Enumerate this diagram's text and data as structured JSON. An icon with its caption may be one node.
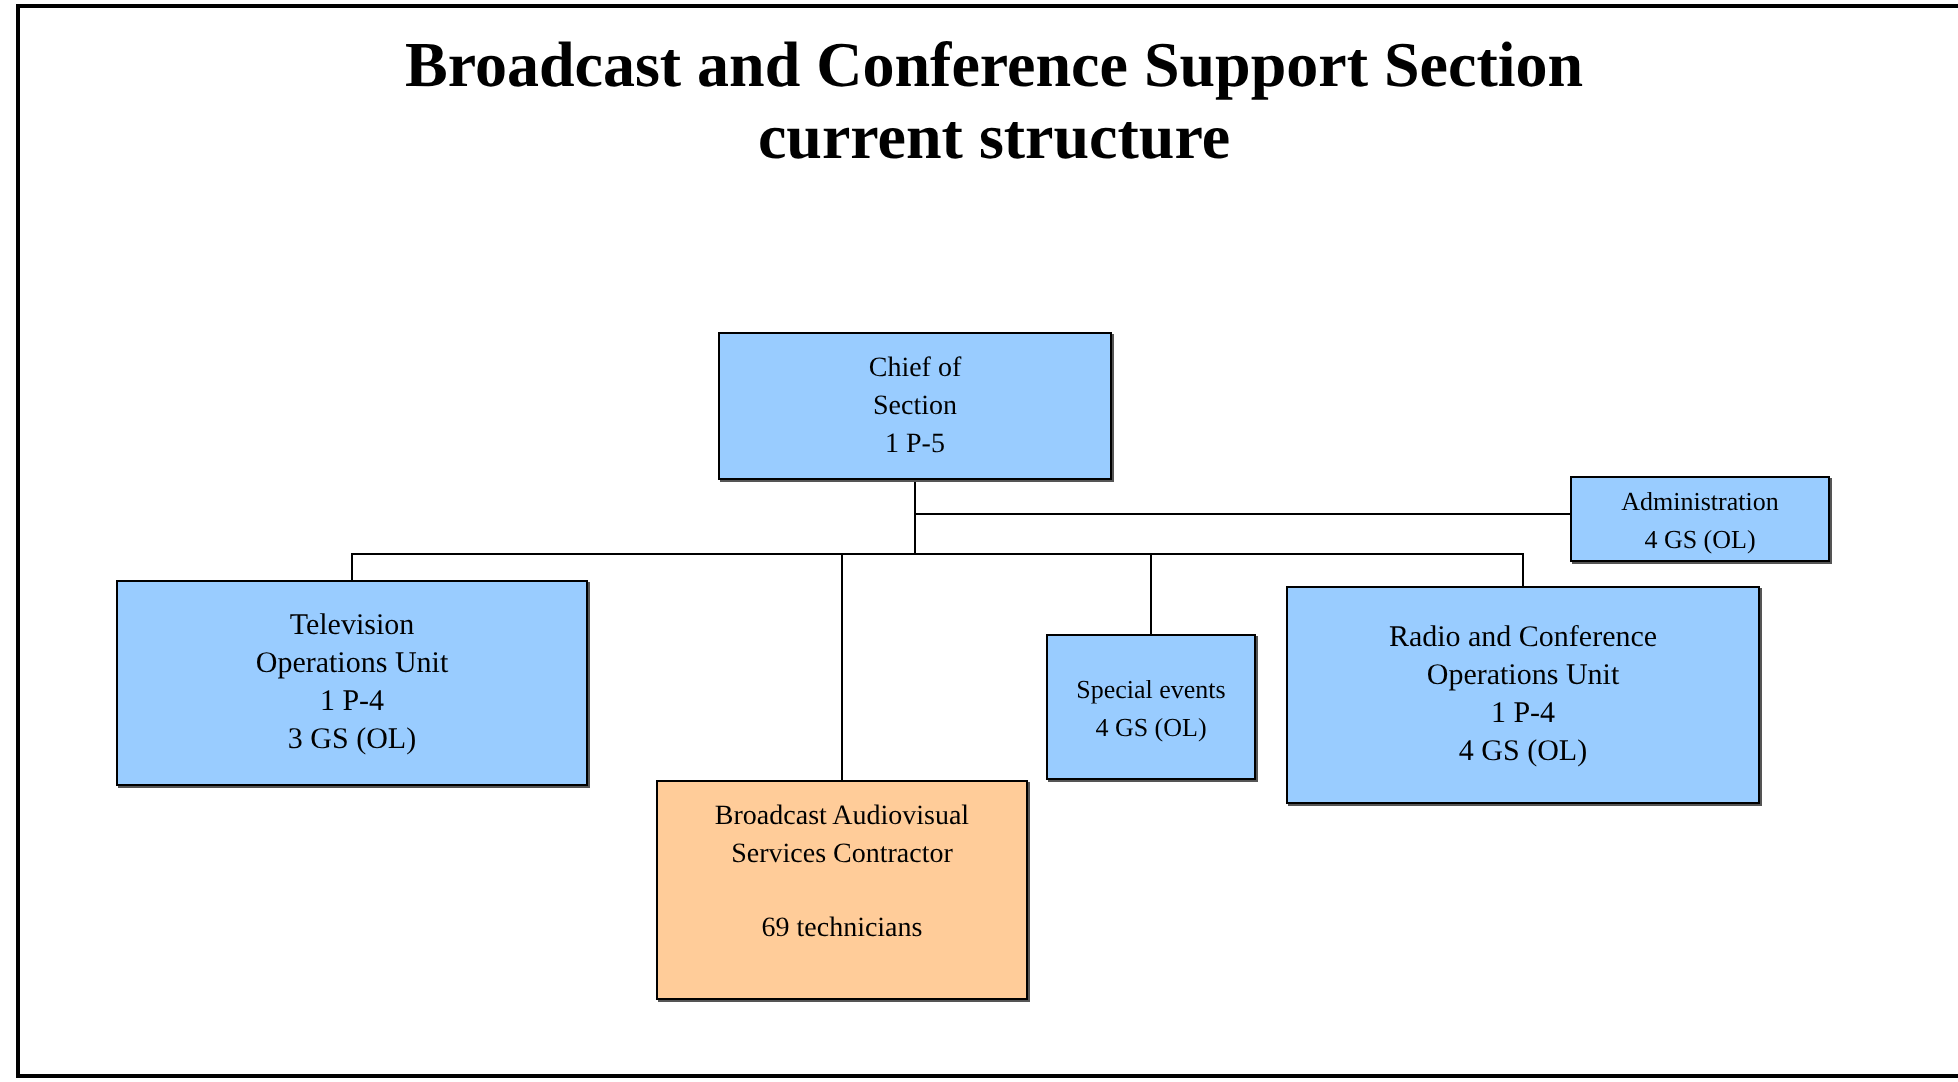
{
  "diagram": {
    "title": "Broadcast and Conference Support Section current structure",
    "nodes": [
      {
        "text": [
          "Chief of Section",
          "1 P-5"
        ]
      },
      {
        "text": [
          "Administration",
          "4 GS (OL)"
        ]
      },
      {
        "text": [
          "Television Operations Unit",
          "1 P-4",
          "3 GS (OL)"
        ]
      },
      {
        "text": [
          "Broadcast Audiovisual Services Contractor",
          "69 technicians"
        ]
      },
      {
        "text": [
          "Special events",
          "4 GS (OL)"
        ]
      },
      {
        "text": [
          "Radio and Conference Operations Unit",
          "1 P-4",
          "4 GS (OL)"
        ]
      }
    ],
    "edges": [
      {
        "from": 0,
        "to": 1,
        "arrow": "none"
      },
      {
        "from": 0,
        "to": 2,
        "arrow": "none"
      },
      {
        "from": 0,
        "to": 3,
        "arrow": "none"
      },
      {
        "from": 0,
        "to": 4,
        "arrow": "none"
      },
      {
        "from": 0,
        "to": 5,
        "arrow": "none"
      }
    ]
  }
}
